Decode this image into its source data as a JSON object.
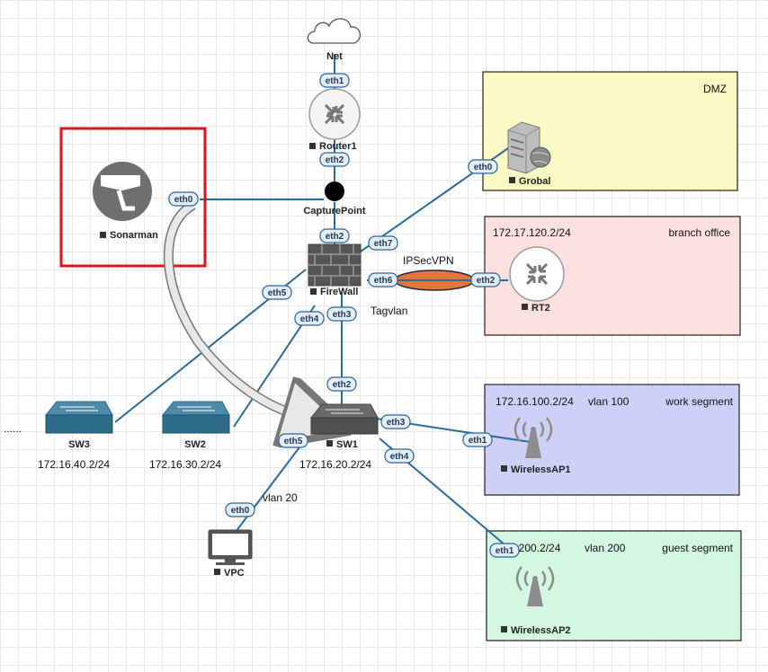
{
  "zones": {
    "dmz": {
      "title": "DMZ",
      "color": "#fafac4"
    },
    "branch": {
      "title": "branch office",
      "subnet": "172.17.120.2/24",
      "color": "#fbe0e0"
    },
    "work": {
      "title": "work segment",
      "subnet": "172.16.100.2/24",
      "vlan": "vlan 100",
      "color": "#cfd0f8"
    },
    "guest": {
      "title": "guest segment",
      "subnet": "16.200.2/24",
      "vlan": "vlan 200",
      "color": "#d3f7e1"
    }
  },
  "nodes": {
    "net": {
      "label": "Net",
      "icon": "cloud-icon"
    },
    "router1": {
      "label": "Router1",
      "icon": "router-icon"
    },
    "capture": {
      "label": "CapturePoint",
      "icon": "capture-point-icon"
    },
    "firewall": {
      "label": "FireWall",
      "icon": "firewall-icon"
    },
    "grobal": {
      "label": "Grobal",
      "icon": "server-icon"
    },
    "rt2": {
      "label": "RT2",
      "icon": "router-icon"
    },
    "sonarman": {
      "label": "Sonarman",
      "icon": "camera-icon"
    },
    "sw1": {
      "label": "SW1",
      "subnet": "172.16.20.2/24",
      "icon": "switch-icon"
    },
    "sw2": {
      "label": "SW2",
      "subnet": "172.16.30.2/24",
      "icon": "switch-icon"
    },
    "sw3": {
      "label": "SW3",
      "subnet": "172.16.40.2/24",
      "icon": "switch-icon"
    },
    "vpc": {
      "label": "VPC",
      "vlan": "vlan 20",
      "icon": "monitor-icon"
    },
    "ap1": {
      "label": "WirelessAP1",
      "icon": "wireless-icon"
    },
    "ap2": {
      "label": "WirelessAP2",
      "icon": "wireless-icon"
    }
  },
  "ports": {
    "net_eth1": "eth1",
    "r1_eth2": "eth2",
    "son_eth0": "eth0",
    "fw_eth2": "eth2",
    "fw_eth7": "eth7",
    "fw_eth6": "eth6",
    "fw_eth5": "eth5",
    "fw_eth4": "eth4",
    "fw_eth3": "eth3",
    "grobal_eth0": "eth0",
    "rt2_eth2": "eth2",
    "sw1_eth2": "eth2",
    "sw1_eth3": "eth3",
    "sw1_eth4": "eth4",
    "sw1_eth5": "eth5",
    "ap1_eth1": "eth1",
    "ap2_eth1": "eth1",
    "vpc_eth0": "eth0"
  },
  "annotations": {
    "vpn": "IPSecVPN",
    "tagvlan": "Tagvlan",
    "ellipsis": "......"
  },
  "colors": {
    "link": "#2b6a99",
    "highlight": "#e0121b",
    "vpn_tunnel": "#e2773b",
    "icon_gray": "#8d8d8d",
    "switch_blue": "#2e6b8a"
  }
}
